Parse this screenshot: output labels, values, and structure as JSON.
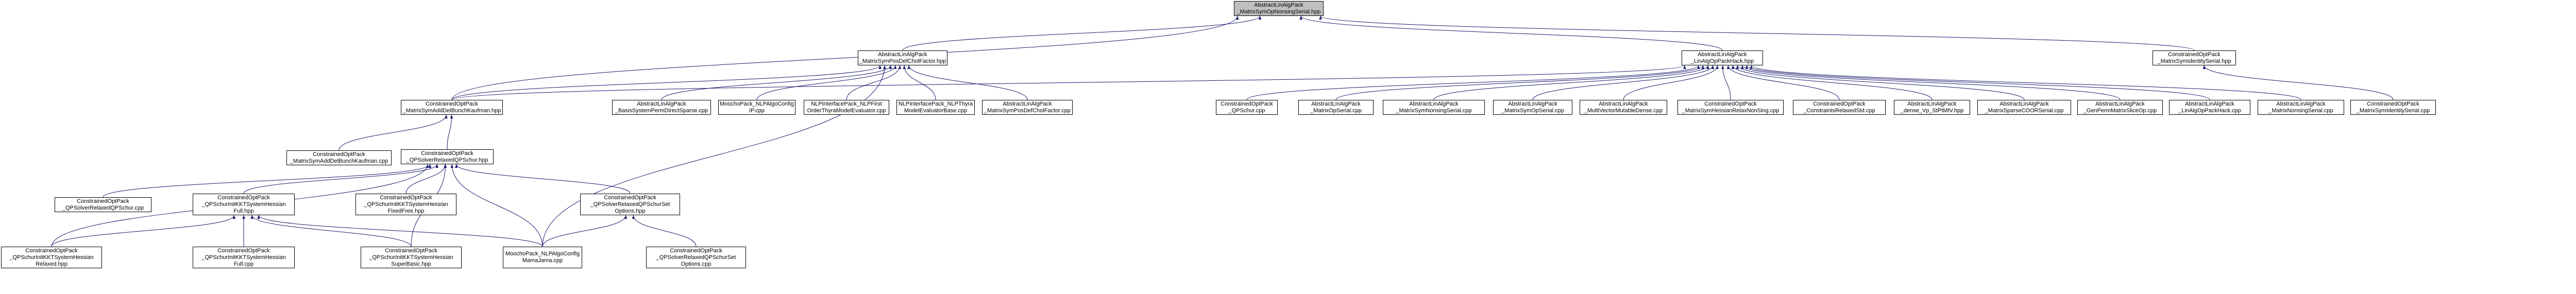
{
  "colors": {
    "node_border": "#000000",
    "node_fill": "#ffffff",
    "root_fill": "#bfbfbf",
    "edge": "#191970"
  },
  "nodes": {
    "n00": {
      "lines": [
        "AbstractLinAlgPack",
        "_MatrixSymOpNonsingSerial.hpp"
      ]
    },
    "n01": {
      "lines": [
        "AbstractLinAlgPack",
        "_MatrixSymPosDefCholFactor.hpp"
      ]
    },
    "n02": {
      "lines": [
        "AbstractLinAlgPack",
        "_LinAlgOpPackHack.hpp"
      ]
    },
    "n03": {
      "lines": [
        "ConstrainedOptPack",
        "_MatrixSymIdentitySerial.hpp"
      ]
    },
    "n04": {
      "lines": [
        "ConstrainedOptPack",
        "_MatrixSymAddDelBunchKaufman.hpp"
      ]
    },
    "n05": {
      "lines": [
        "AbstractLinAlgPack",
        "_BasisSystemPermDirectSparse.cpp"
      ]
    },
    "n06": {
      "lines": [
        "MoochoPack_NLPAlgoConfig",
        "IP.cpp"
      ]
    },
    "n07": {
      "lines": [
        "NLPInterfacePack_NLPFirst",
        "OrderThyraModelEvaluator.cpp"
      ]
    },
    "n08": {
      "lines": [
        "NLPInterfacePack_NLPThyra",
        "ModelEvaluatorBase.cpp"
      ]
    },
    "n09": {
      "lines": [
        "AbstractLinAlgPack",
        "_MatrixSymPosDefCholFactor.cpp"
      ]
    },
    "n10": {
      "lines": [
        "ConstrainedOptPack",
        "_QPSchur.cpp"
      ]
    },
    "n11": {
      "lines": [
        "AbstractLinAlgPack",
        "_MatrixOpSerial.cpp"
      ]
    },
    "n12": {
      "lines": [
        "AbstractLinAlgPack",
        "_MatrixSymNonsingSerial.cpp"
      ]
    },
    "n13": {
      "lines": [
        "AbstractLinAlgPack",
        "_MatrixSymOpSerial.cpp"
      ]
    },
    "n14": {
      "lines": [
        "AbstractLinAlgPack",
        "_MultiVectorMutableDense.cpp"
      ]
    },
    "n15": {
      "lines": [
        "ConstrainedOptPack",
        "_MatrixSymHessianRelaxNonSing.cpp"
      ]
    },
    "n16": {
      "lines": [
        "ConstrainedOptPack",
        "_ConstraintsRelaxedStd.cpp"
      ]
    },
    "n17": {
      "lines": [
        "AbstractLinAlgPack",
        "_dense_Vp_StPtMtV.hpp"
      ]
    },
    "n18": {
      "lines": [
        "AbstractLinAlgPack",
        "_MatrixSparseCOORSerial.cpp"
      ]
    },
    "n19": {
      "lines": [
        "AbstractLinAlgPack",
        "_GenPermMatrixSliceOp.cpp"
      ]
    },
    "n20": {
      "lines": [
        "AbstractLinAlgPack",
        "_LinAlgOpPackHack.cpp"
      ]
    },
    "n21": {
      "lines": [
        "AbstractLinAlgPack",
        "_MatrixNonsingSerial.cpp"
      ]
    },
    "n22": {
      "lines": [
        "ConstrainedOptPack",
        "_MatrixSymIdentitySerial.cpp"
      ]
    },
    "n23": {
      "lines": [
        "ConstrainedOptPack",
        "_MatrixSymAddDelBunchKaufman.cpp"
      ]
    },
    "n24": {
      "lines": [
        "ConstrainedOptPack",
        "_QPSolverRelaxedQPSchur.hpp"
      ]
    },
    "n25": {
      "lines": [
        "ConstrainedOptPack",
        "_QPSolverRelaxedQPSchur.cpp"
      ]
    },
    "n26": {
      "lines": [
        "ConstrainedOptPack",
        "_QPSchurInitKKTSystemHessian",
        "Full.hpp"
      ]
    },
    "n27": {
      "lines": [
        "ConstrainedOptPack",
        "_QPSchurInitKKTSystemHessian",
        "FixedFree.hpp"
      ]
    },
    "n28": {
      "lines": [
        "ConstrainedOptPack",
        "_QPSolverRelaxedQPSchurSet",
        "Options.hpp"
      ]
    },
    "n29": {
      "lines": [
        "ConstrainedOptPack",
        "_QPSchurInitKKTSystemHessian",
        "Relaxed.hpp"
      ]
    },
    "n30": {
      "lines": [
        "ConstrainedOptPack",
        "_QPSchurInitKKTSystemHessian",
        "Full.cpp"
      ]
    },
    "n31": {
      "lines": [
        "ConstrainedOptPack",
        "_QPSchurInitKKTSystemHessian",
        "SuperBasic.hpp"
      ]
    },
    "n32": {
      "lines": [
        "MoochoPack_NLPAlgoConfig",
        "MamaJama.cpp"
      ]
    },
    "n33": {
      "lines": [
        "ConstrainedOptPack",
        "_QPSolverRelaxedQPSchurSet",
        "Options.cpp"
      ]
    }
  }
}
